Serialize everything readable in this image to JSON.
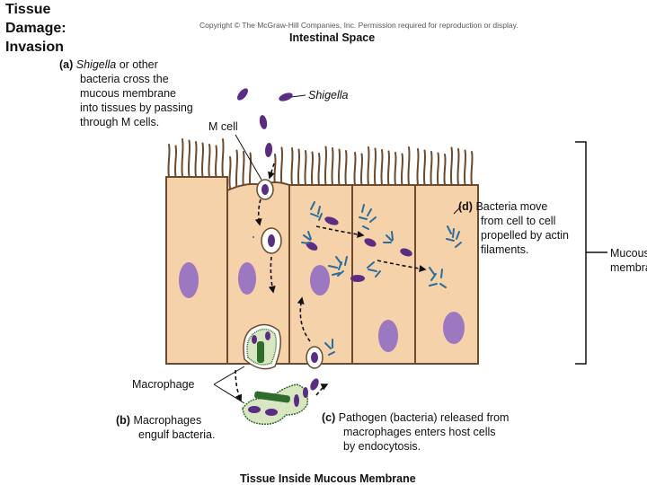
{
  "slide": {
    "title_lines": [
      "Tissue",
      "Damage:",
      "Invasion"
    ]
  },
  "figure": {
    "copyright": "Copyright © The McGraw-Hill Companies, Inc. Permission required for reproduction or display.",
    "top_title": "Intestinal Space",
    "bottom_title": "Tissue Inside Mucous Membrane",
    "labels": {
      "a_marker": "(a)",
      "a_italic": "Shigella",
      "a_line1_rest": " or other",
      "a_lines": [
        "bacteria cross the",
        "mucous membrane",
        "into tissues by passing",
        "through M cells."
      ],
      "shigella": "Shigella",
      "m_cell": "M cell",
      "d_marker": "(d)",
      "d_lines": [
        "Bacteria move",
        "from cell to cell",
        "propelled by actin",
        "filaments."
      ],
      "mucous_lines": [
        "Mucous",
        "membrane"
      ],
      "macrophage": "Macrophage",
      "b_marker": "(b)",
      "b_lines": [
        "Macrophages",
        "engulf bacteria."
      ],
      "c_marker": "(c)",
      "c_lines": [
        "Pathogen (bacteria) released from",
        "macrophages enters host cells",
        "by endocytosis."
      ]
    },
    "colors": {
      "cell_fill": "#f6d2ab",
      "cell_stroke": "#6b4a2e",
      "nucleus": "#9b78c0",
      "bacterium": "#5a2d82",
      "actin": "#2a6d9c",
      "macrophage_fill": "#d8e7c2",
      "macrophage_core": "#2f6b2a"
    }
  }
}
